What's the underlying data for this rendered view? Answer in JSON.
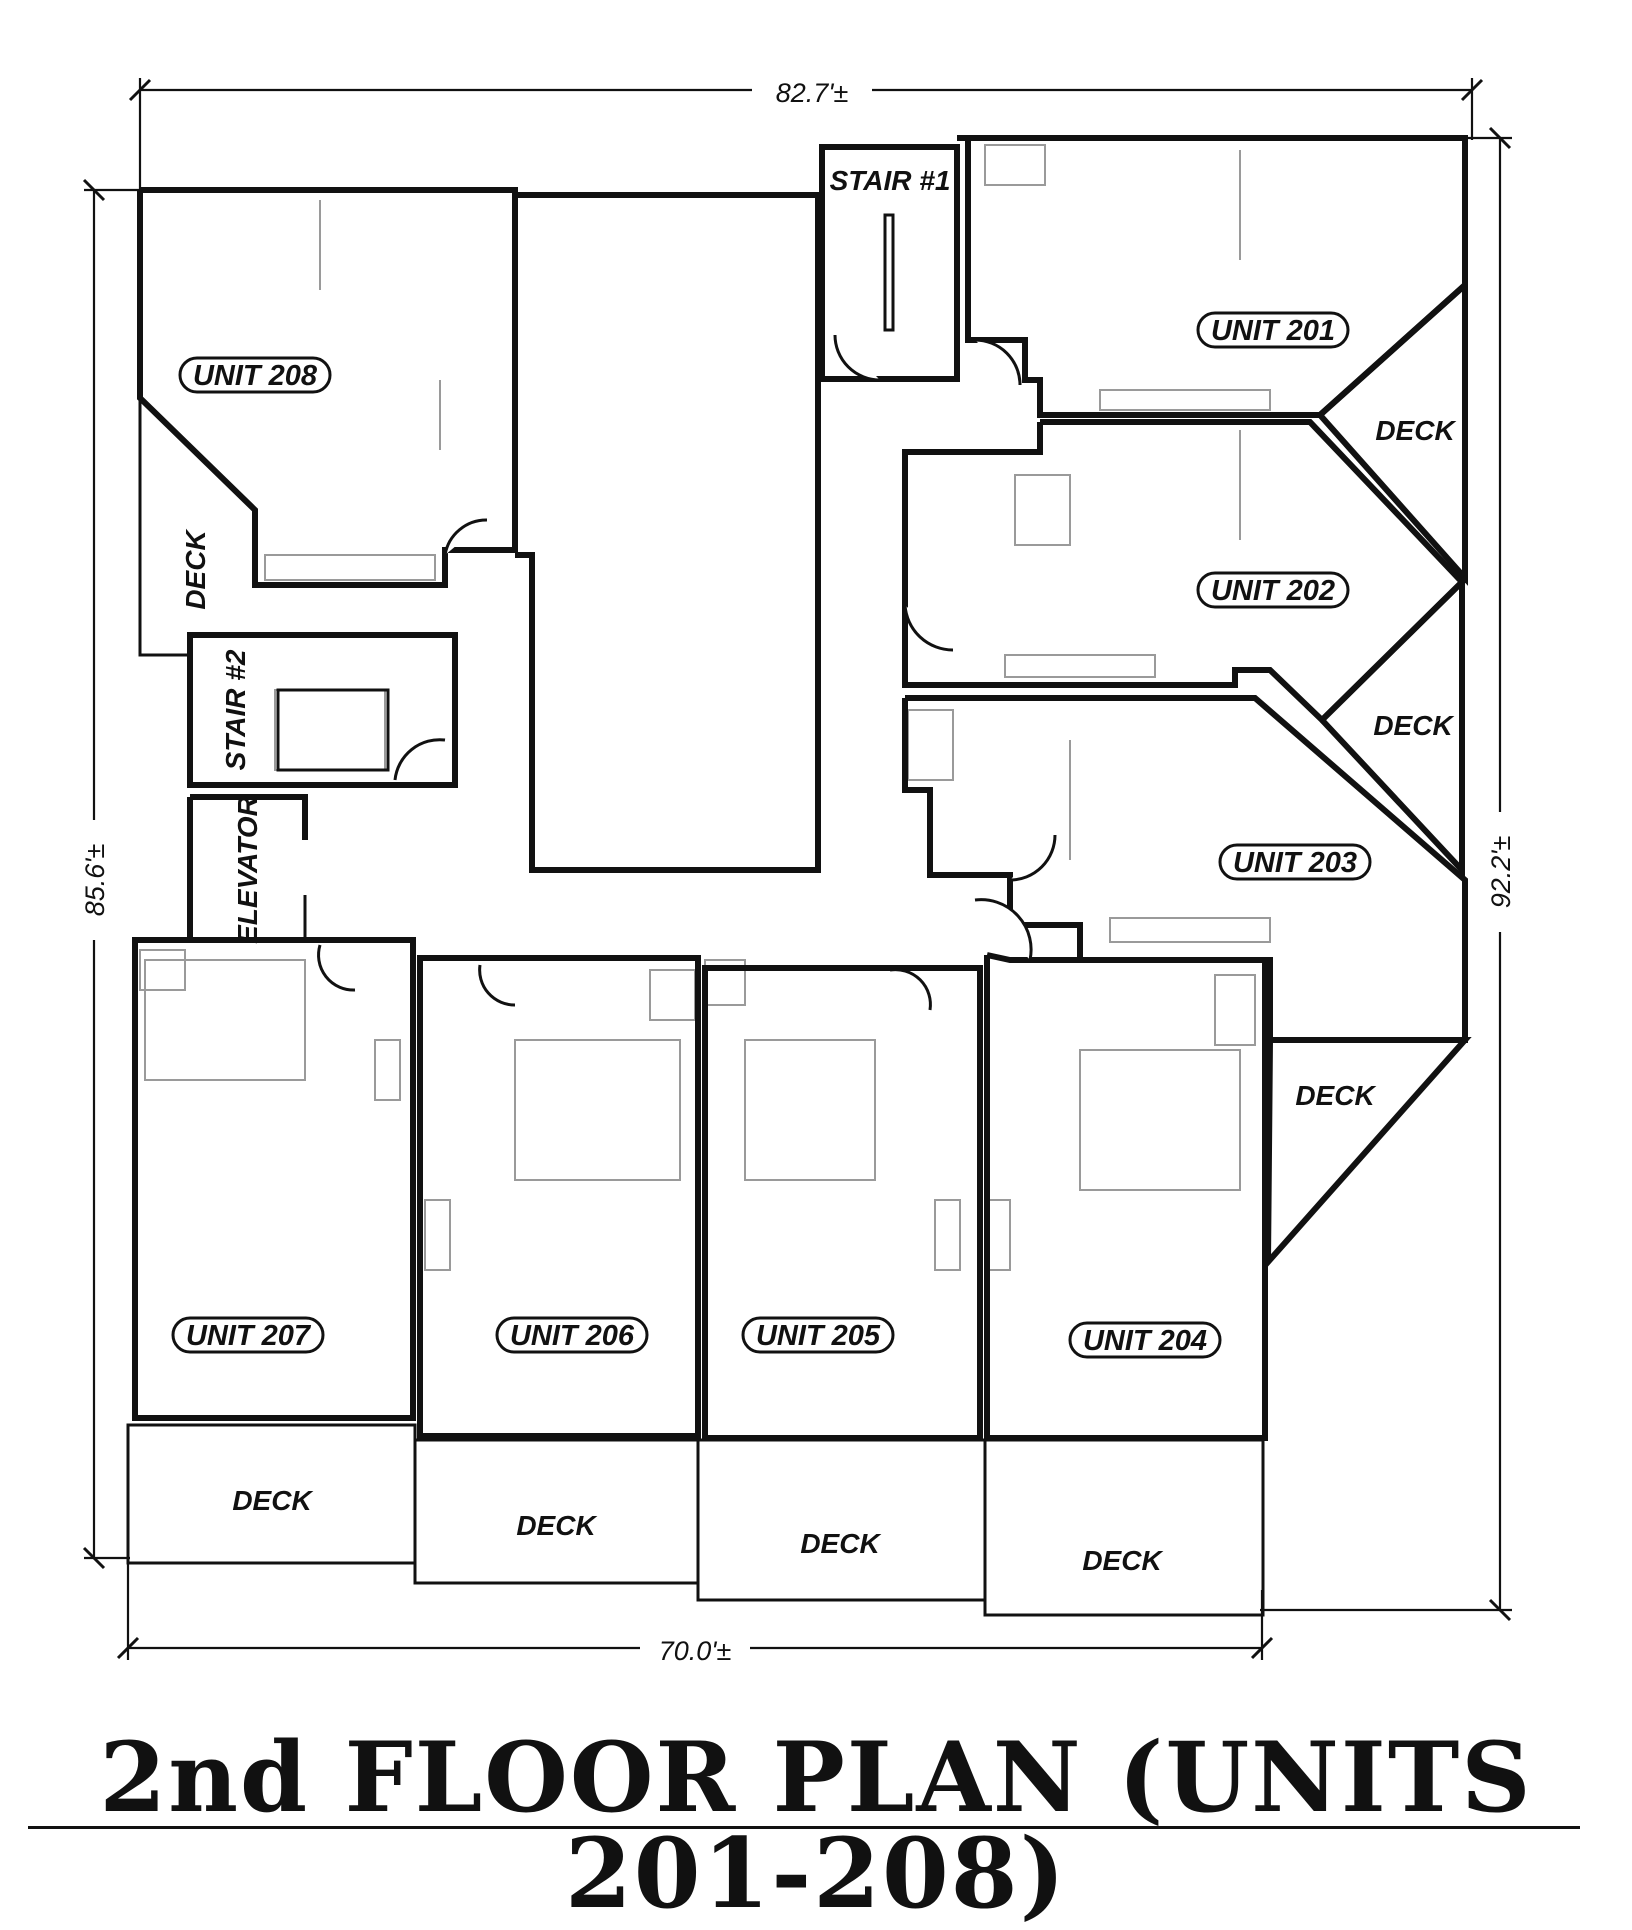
{
  "title": "2nd FLOOR PLAN (UNITS 201-208)",
  "dimensions": {
    "top": "82.7'±",
    "bottom": "70.0'±",
    "left": "85.6'±",
    "right": "92.2'±"
  },
  "units": [
    {
      "label": "UNIT 201"
    },
    {
      "label": "UNIT 202"
    },
    {
      "label": "UNIT 203"
    },
    {
      "label": "UNIT 204"
    },
    {
      "label": "UNIT 205"
    },
    {
      "label": "UNIT 206"
    },
    {
      "label": "UNIT 207"
    },
    {
      "label": "UNIT 208"
    }
  ],
  "rooms": {
    "stair1": "STAIR #1",
    "stair2": "STAIR #2",
    "elevator": "ELEVATOR",
    "deck": "DECK"
  }
}
